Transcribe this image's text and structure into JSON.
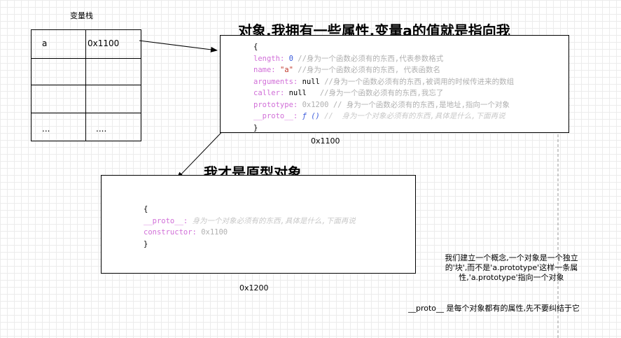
{
  "stack": {
    "title": "变量栈",
    "rows": [
      {
        "name": "a",
        "value": "0x1100"
      },
      {
        "name": "",
        "value": ""
      },
      {
        "name": "",
        "value": ""
      },
      {
        "name": "...",
        "value": "...."
      }
    ]
  },
  "function_object": {
    "heading": "对象,我拥有一些属性,变量a的值就是指向我",
    "address": "0x1100",
    "open": "{",
    "close": "}",
    "lines": [
      {
        "key": "length",
        "value": "0",
        "comment": "//身为一个函数必须有的东西,代表参数格式"
      },
      {
        "key": "name",
        "value": "\"a\"",
        "comment": "//身为一个函数必须有的东西, 代表函数名"
      },
      {
        "key": "arguments",
        "value": "null",
        "comment": "//身为一个函数必须有的东西,被调用的时候传进来的数组"
      },
      {
        "key": "caller",
        "value": "null",
        "comment": "  //身为一个函数必须有的东西,我忘了"
      },
      {
        "key": "prototype",
        "value": "0x1200",
        "comment": " // 身为一个函数必须有的东西,是地址,指向一个对象"
      },
      {
        "key": "__proto__",
        "value": "ƒ ()",
        "comment": "//  身为一个对象必须有的东西,具体是什么,下面再说"
      }
    ]
  },
  "prototype_object": {
    "heading": "我才是原型对象",
    "address": "0x1200",
    "open": "{",
    "close": "}",
    "lines": [
      {
        "key": "__proto__",
        "value": "身为一个对象必须有的东西,具体是什么,下面再说"
      },
      {
        "key": "constructor",
        "value": "0x1100"
      }
    ]
  },
  "notes": {
    "concept": "我们建立一个概念,一个对象是一个独立的'块',而不是'a.prototype'这样一条属性,'a.prototype'指向一个对象",
    "concept_lines": [
      "我们建立一个概念,一个对象是一个独立",
      "的'块',而不是'a.prototype'这样一条属",
      "性,'a.prototype'指向一个对象"
    ],
    "proto": "__proto__ 是每个对象都有的属性,先不要纠结于它"
  },
  "colors": {
    "key": "#d16fd8",
    "number": "#3b5bdb",
    "string": "#c0392b",
    "comment": "#b0b0b0"
  }
}
